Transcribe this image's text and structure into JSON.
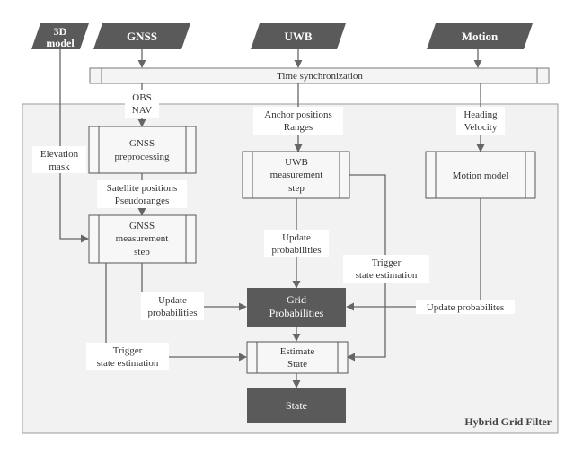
{
  "inputs": {
    "model3d_line1": "3D",
    "model3d_line2": "model",
    "gnss": "GNSS",
    "uwb": "UWB",
    "motion": "Motion"
  },
  "time_sync": "Time synchronization",
  "frame_title": "Hybrid Grid Filter",
  "labels": {
    "obs": "OBS",
    "nav": "NAV",
    "anchor_positions": "Anchor positions",
    "ranges": "Ranges",
    "heading": "Heading",
    "velocity": "Velocity",
    "elevation": "Elevation",
    "mask": "mask",
    "sat_positions": "Satellite positions",
    "pseudoranges": "Pseudoranges",
    "update": "Update",
    "probabilities": "probabilities",
    "trigger": "Trigger",
    "state_estimation": "state estimation",
    "update_probabilites": "Update probabilites"
  },
  "boxes": {
    "gnss_pre_1": "GNSS",
    "gnss_pre_2": "preprocessing",
    "gnss_meas_1": "GNSS",
    "gnss_meas_2": "measurement",
    "gnss_meas_3": "step",
    "uwb_meas_1": "UWB",
    "uwb_meas_2": "measurement",
    "uwb_meas_3": "step",
    "motion_model": "Motion model",
    "grid_1": "Grid",
    "grid_2": "Probabilities",
    "estimate_1": "Estimate",
    "estimate_2": "State",
    "state": "State"
  }
}
